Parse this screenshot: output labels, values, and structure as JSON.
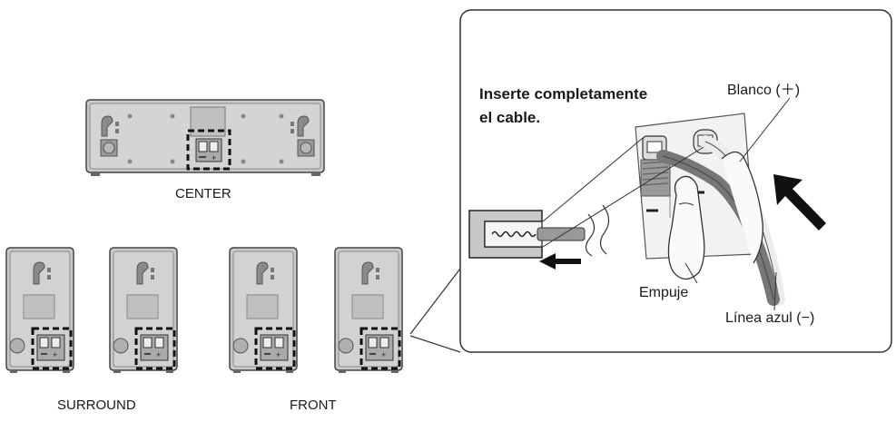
{
  "labels": {
    "center": "CENTER",
    "surround": "SURROUND",
    "front": "FRONT"
  },
  "detail": {
    "instruction_line1": "Inserte completamente",
    "instruction_line2": "el cable.",
    "white": "Blanco (＋)",
    "push": "Empuje",
    "blue_line": "Línea azul (−)"
  }
}
